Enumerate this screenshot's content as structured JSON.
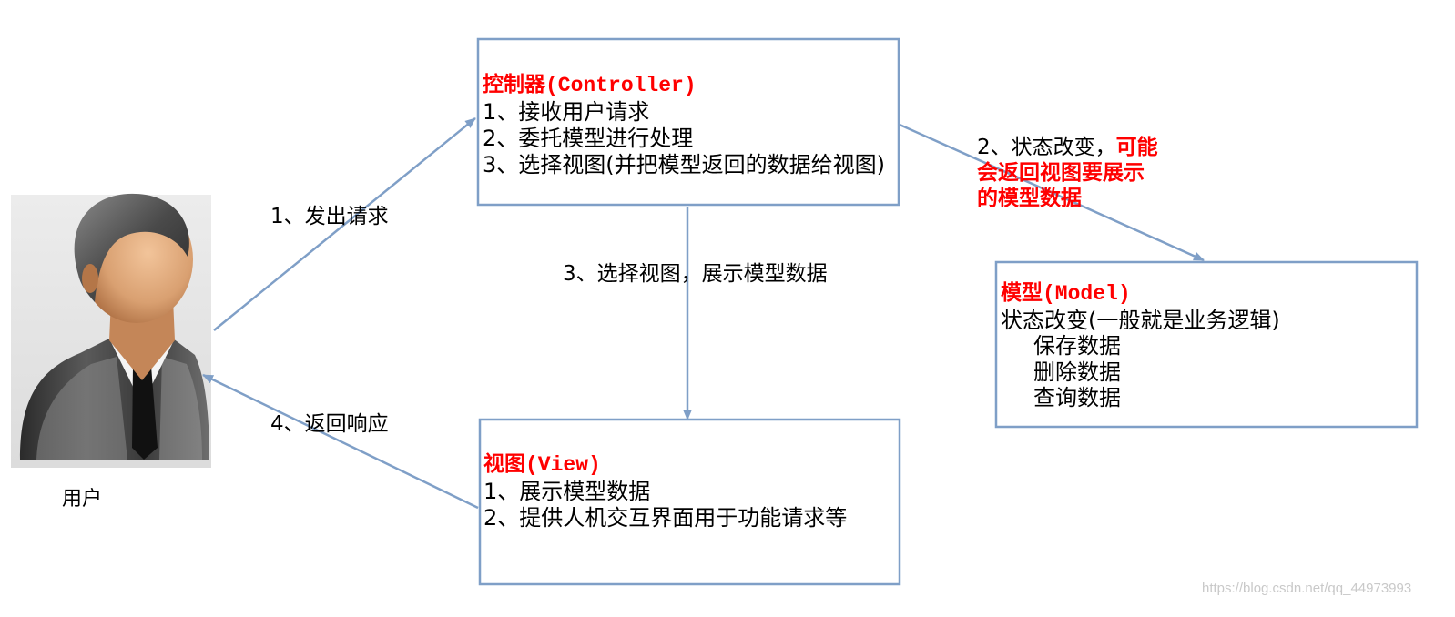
{
  "colors": {
    "accent_red": "#ff0000",
    "border": "#7f9fc7",
    "arrow": "#7f9fc7",
    "icon_background": "#e6e6e6"
  },
  "user": {
    "icon": "user-avatar-icon",
    "label": "用户"
  },
  "controller": {
    "title": "控制器(Controller)",
    "lines": [
      "1、接收用户请求",
      "2、委托模型进行处理",
      "3、选择视图(并把模型返回的数据给视图)"
    ]
  },
  "view": {
    "title": "视图(View)",
    "lines": [
      "1、展示模型数据",
      "2、提供人机交互界面用于功能请求等"
    ]
  },
  "model": {
    "title": "模型(Model)",
    "lines": [
      "状态改变(一般就是业务逻辑)",
      "保存数据",
      "删除数据",
      "查询数据"
    ]
  },
  "edges": {
    "request": "1、发出请求",
    "response": "4、返回响应",
    "select_view": "3、选择视图，展示模型数据",
    "state_change": {
      "prefix": "2、状态改变，",
      "highlight_1": "可能",
      "highlight_2": "会返回视图要展示",
      "highlight_3": "的模型数据"
    }
  },
  "watermark": "https://blog.csdn.net/qq_44973993"
}
